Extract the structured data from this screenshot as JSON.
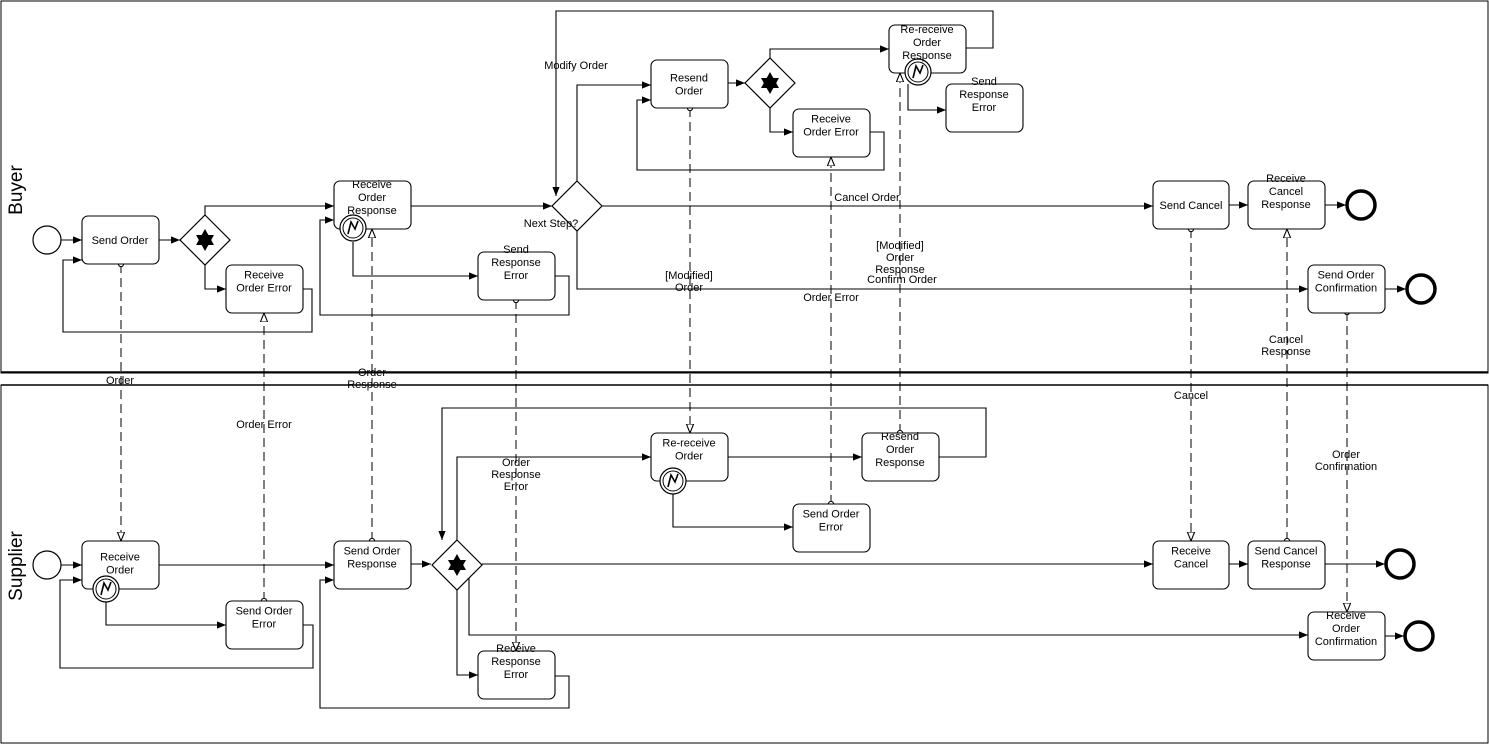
{
  "lanes": [
    "Buyer",
    "Supplier"
  ],
  "tasks": {
    "send_order": "Send Order",
    "b_receive_order_error": "Receive Order Error",
    "b_receive_order_response": "Receive Order Response",
    "b_send_response_error": "Send Response Error",
    "resend_order": "Resend Order",
    "b_receive_order_error_2": "Receive Order Error",
    "rereceive_order_response": "Re-receive Order Response",
    "b_send_response_error_2": "Send Response Error",
    "send_cancel": "Send Cancel",
    "receive_cancel_response": "Receive Cancel Response",
    "send_order_confirmation": "Send Order Confirmation",
    "receive_order": "Receive Order",
    "s_send_order_error": "Send Order Error",
    "send_order_response": "Send Order Response",
    "s_receive_response_error": "Receive Response Error",
    "rereceive_order": "Re-receive Order",
    "resend_order_response": "Resend Order Response",
    "s_send_order_error_2": "Send Order Error",
    "receive_cancel": "Receive Cancel",
    "send_cancel_response": "Send Cancel Response",
    "receive_order_confirmation": "Receive Order Confirmation"
  },
  "labels": {
    "modify_order": "Modify Order",
    "next_step": "Next Step?",
    "cancel_order": "Cancel Order",
    "modified_order": "[Modified] Order",
    "modified_order_response": "[Modified] Order Response",
    "confirm_order": "Confirm Order",
    "order_error_buyer": "Order Error",
    "cancel_response": "Cancel Response",
    "order": "Order",
    "order_response": "Order Response",
    "order_error": "Order Error",
    "order_response_error": "Order Response Error",
    "cancel": "Cancel",
    "order_confirmation": "Order Confirmation"
  }
}
